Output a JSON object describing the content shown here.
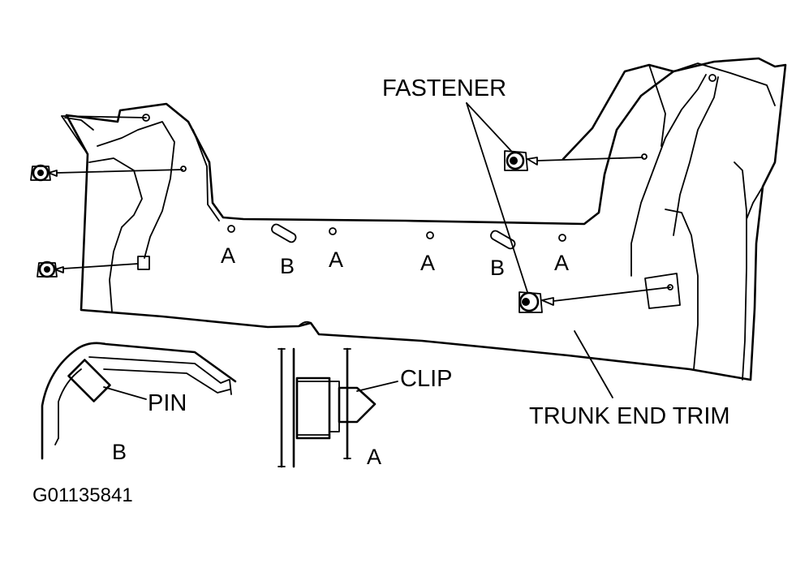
{
  "labels": {
    "fastener": "FASTENER",
    "clip": "CLIP",
    "pin": "PIN",
    "trunk_end_trim": "TRUNK END TRIM",
    "hole_a": "A",
    "hole_b": "B",
    "detail_b": "B",
    "detail_a": "A",
    "figure_id": "G01135841"
  }
}
